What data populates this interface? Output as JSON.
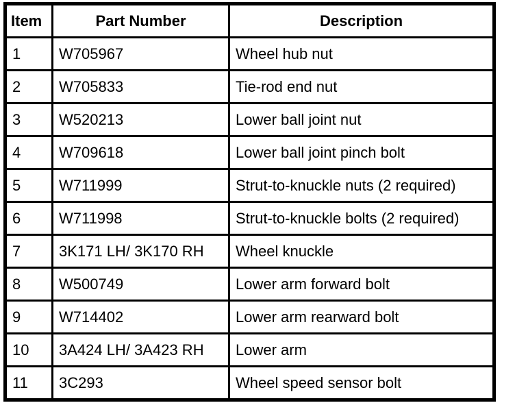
{
  "colors": {
    "border": "#000000",
    "text": "#000000",
    "background": "#ffffff"
  },
  "table": {
    "headers": {
      "item": "Item",
      "part_number": "Part Number",
      "description": "Description"
    },
    "rows": [
      {
        "item": "1",
        "part_number": "W705967",
        "description": "Wheel hub nut"
      },
      {
        "item": "2",
        "part_number": "W705833",
        "description": "Tie-rod end nut"
      },
      {
        "item": "3",
        "part_number": "W520213",
        "description": "Lower ball joint nut"
      },
      {
        "item": "4",
        "part_number": "W709618",
        "description": "Lower ball joint pinch bolt"
      },
      {
        "item": "5",
        "part_number": "W711999",
        "description": "Strut-to-knuckle nuts (2 required)"
      },
      {
        "item": "6",
        "part_number": "W711998",
        "description": "Strut-to-knuckle bolts (2 required)"
      },
      {
        "item": "7",
        "part_number": "3K171 LH/ 3K170 RH",
        "description": "Wheel knuckle"
      },
      {
        "item": "8",
        "part_number": "W500749",
        "description": "Lower arm forward bolt"
      },
      {
        "item": "9",
        "part_number": "W714402",
        "description": "Lower arm rearward bolt"
      },
      {
        "item": "10",
        "part_number": "3A424 LH/ 3A423 RH",
        "description": "Lower arm"
      },
      {
        "item": "11",
        "part_number": "3C293",
        "description": "Wheel speed sensor bolt"
      }
    ]
  }
}
